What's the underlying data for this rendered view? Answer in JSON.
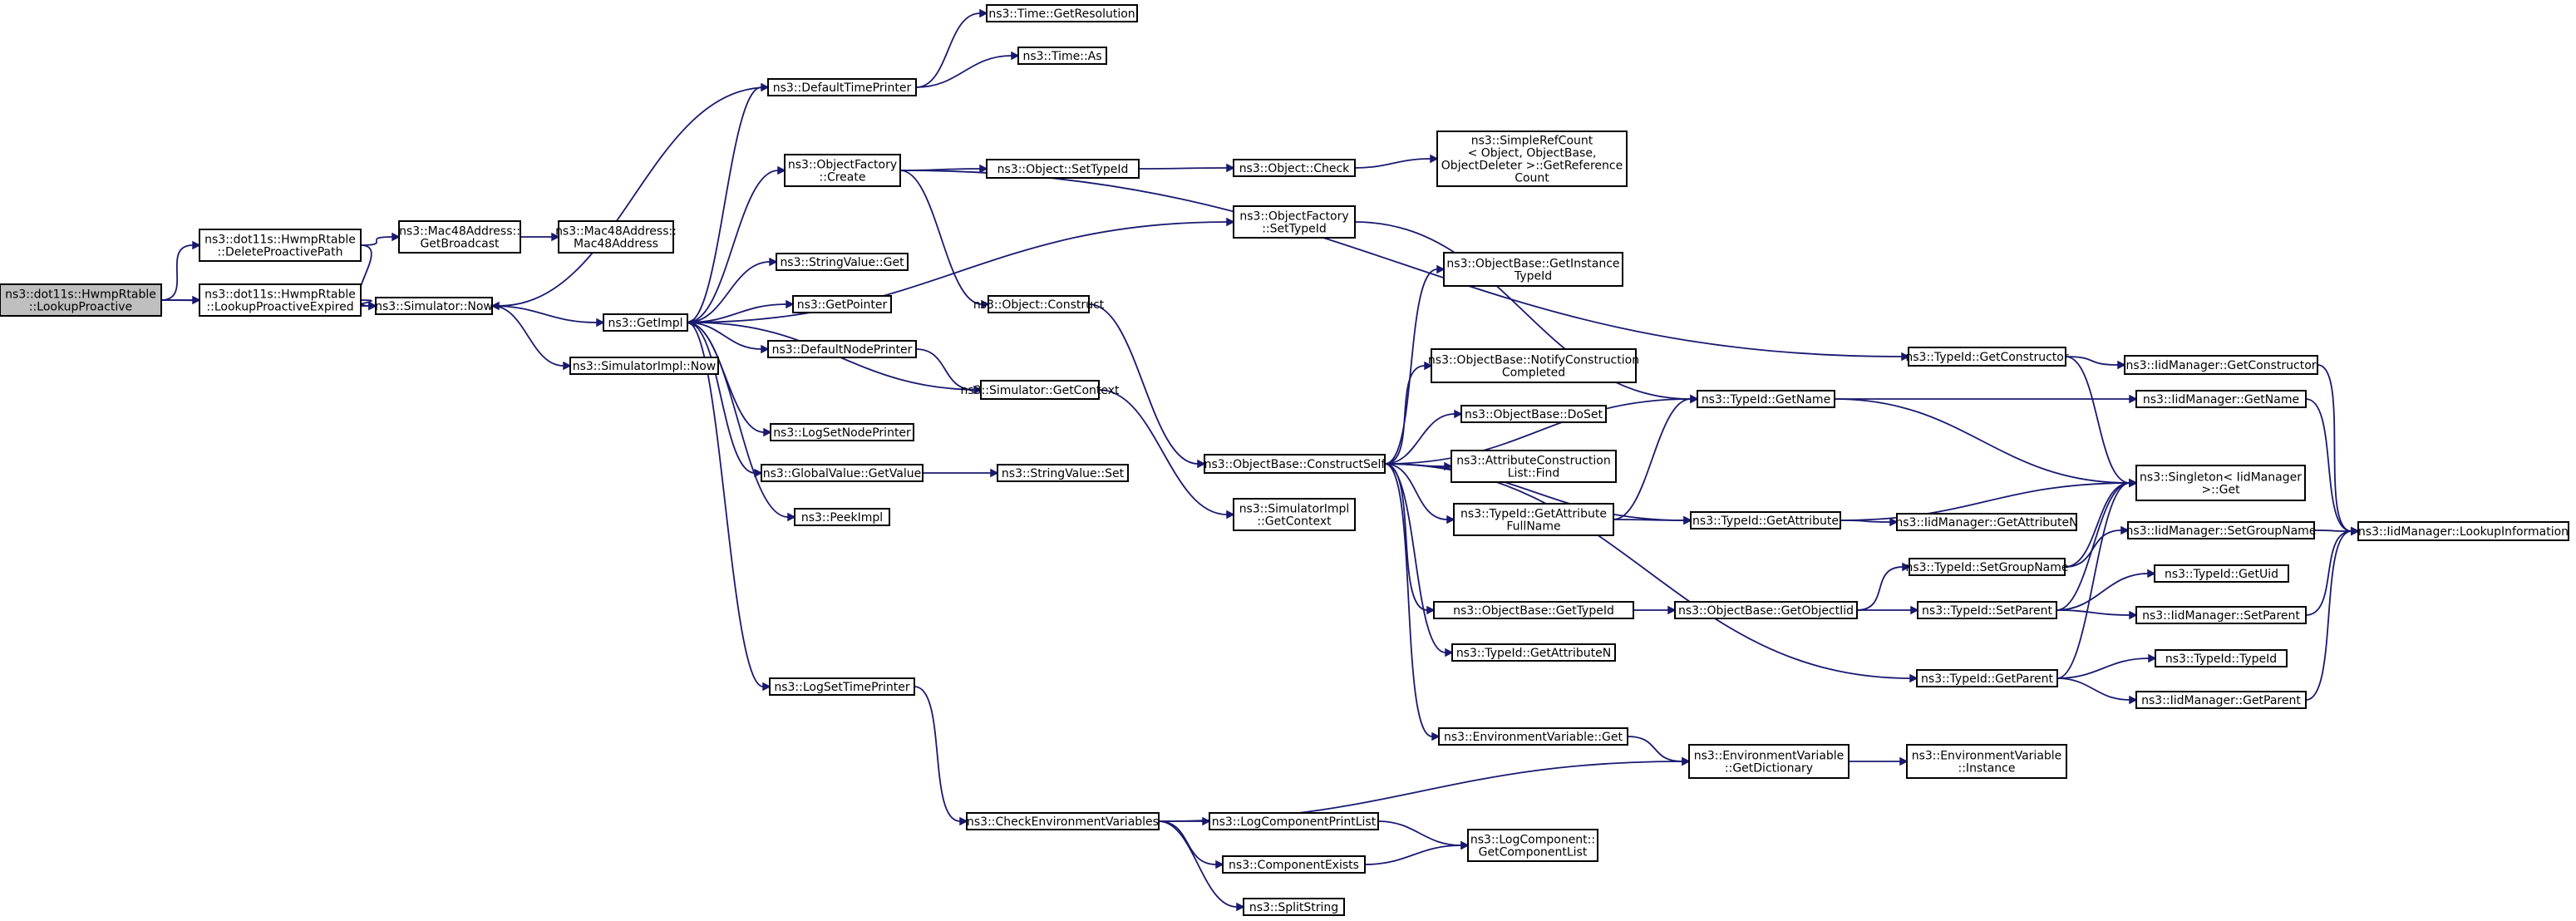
{
  "colors": {
    "edge": "#191970",
    "root_fill": "#bfbfbf",
    "node_fill": "#ffffff",
    "border": "#000000"
  },
  "nodes": {
    "lookup_proactive": [
      "ns3::dot11s::HwmpRtable",
      "::LookupProactive"
    ],
    "delete_proactive_path": [
      "ns3::dot11s::HwmpRtable",
      "::DeleteProactivePath"
    ],
    "lookup_proactive_expired": [
      "ns3::dot11s::HwmpRtable",
      "::LookupProactiveExpired"
    ],
    "mac48_get_broadcast": [
      "ns3::Mac48Address::",
      "GetBroadcast"
    ],
    "mac48_ctor": [
      "ns3::Mac48Address::",
      "Mac48Address"
    ],
    "simulator_now": [
      "ns3::Simulator::Now"
    ],
    "get_impl": [
      "ns3::GetImpl"
    ],
    "simulator_impl_now": [
      "ns3::SimulatorImpl::Now"
    ],
    "time_get_resolution": [
      "ns3::Time::GetResolution"
    ],
    "time_as": [
      "ns3::Time::As"
    ],
    "default_time_printer": [
      "ns3::DefaultTimePrinter"
    ],
    "object_factory_create": [
      "ns3::ObjectFactory",
      "::Create"
    ],
    "object_set_type_id": [
      "ns3::Object::SetTypeId"
    ],
    "object_check": [
      "ns3::Object::Check"
    ],
    "simple_ref_count": [
      "ns3::SimpleRefCount",
      "< Object, ObjectBase,",
      "ObjectDeleter >::GetReference",
      "Count"
    ],
    "object_factory_set_type_id": [
      "ns3::ObjectFactory",
      "::SetTypeId"
    ],
    "string_value_get": [
      "ns3::StringValue::Get"
    ],
    "get_pointer": [
      "ns3::GetPointer"
    ],
    "object_construct": [
      "ns3::Object::Construct"
    ],
    "default_node_printer": [
      "ns3::DefaultNodePrinter"
    ],
    "simulator_get_context": [
      "ns3::Simulator::GetContext"
    ],
    "log_set_node_printer": [
      "ns3::LogSetNodePrinter"
    ],
    "global_value_get_value": [
      "ns3::GlobalValue::GetValue"
    ],
    "string_value_set": [
      "ns3::StringValue::Set"
    ],
    "peek_impl": [
      "ns3::PeekImpl"
    ],
    "simulator_impl_get_context": [
      "ns3::SimulatorImpl",
      "::GetContext"
    ],
    "log_set_time_printer": [
      "ns3::LogSetTimePrinter"
    ],
    "check_environment_variables": [
      "ns3::CheckEnvironmentVariables"
    ],
    "log_component_print_list": [
      "ns3::LogComponentPrintList"
    ],
    "component_exists": [
      "ns3::ComponentExists"
    ],
    "split_string": [
      "ns3::SplitString"
    ],
    "log_component_get_component_list": [
      "ns3::LogComponent::",
      "GetComponentList"
    ],
    "object_base_construct_self": [
      "ns3::ObjectBase::ConstructSelf"
    ],
    "object_base_get_instance_type_id": [
      "ns3::ObjectBase::GetInstance",
      "TypeId"
    ],
    "object_base_notify_construction_completed": [
      "ns3::ObjectBase::NotifyConstruction",
      "Completed"
    ],
    "object_base_do_set": [
      "ns3::ObjectBase::DoSet"
    ],
    "attribute_construction_list_find": [
      "ns3::AttributeConstruction",
      "List::Find"
    ],
    "type_id_get_attribute_full_name": [
      "ns3::TypeId::GetAttribute",
      "FullName"
    ],
    "object_base_get_type_id": [
      "ns3::ObjectBase::GetTypeId"
    ],
    "type_id_get_attribute_n": [
      "ns3::TypeId::GetAttributeN"
    ],
    "environment_variable_get": [
      "ns3::EnvironmentVariable::Get"
    ],
    "environment_variable_get_dictionary": [
      "ns3::EnvironmentVariable",
      "::GetDictionary"
    ],
    "environment_variable_instance": [
      "ns3::EnvironmentVariable",
      "::Instance"
    ],
    "type_id_get_constructor": [
      "ns3::TypeId::GetConstructor"
    ],
    "type_id_get_name": [
      "ns3::TypeId::GetName"
    ],
    "type_id_get_attribute": [
      "ns3::TypeId::GetAttribute"
    ],
    "object_base_get_object_iid": [
      "ns3::ObjectBase::GetObjectIid"
    ],
    "type_id_set_group_name": [
      "ns3::TypeId::SetGroupName"
    ],
    "type_id_set_parent": [
      "ns3::TypeId::SetParent"
    ],
    "type_id_get_parent": [
      "ns3::TypeId::GetParent"
    ],
    "iid_manager_get_constructor": [
      "ns3::IidManager::GetConstructor"
    ],
    "iid_manager_get_name": [
      "ns3::IidManager::GetName"
    ],
    "singleton_iid_manager_get": [
      "ns3::Singleton< IidManager",
      " >::Get"
    ],
    "iid_manager_get_attribute_n": [
      "ns3::IidManager::GetAttributeN"
    ],
    "iid_manager_set_group_name": [
      "ns3::IidManager::SetGroupName"
    ],
    "type_id_get_uid": [
      "ns3::TypeId::GetUid"
    ],
    "iid_manager_set_parent": [
      "ns3::IidManager::SetParent"
    ],
    "type_id_type_id": [
      "ns3::TypeId::TypeId"
    ],
    "iid_manager_get_parent": [
      "ns3::IidManager::GetParent"
    ],
    "iid_manager_lookup_information": [
      "ns3::IidManager::LookupInformation"
    ]
  },
  "edges": [
    [
      "lookup_proactive",
      "delete_proactive_path"
    ],
    [
      "lookup_proactive",
      "lookup_proactive_expired"
    ],
    [
      "lookup_proactive",
      "simulator_now"
    ],
    [
      "delete_proactive_path",
      "mac48_get_broadcast"
    ],
    [
      "delete_proactive_path",
      "simulator_now"
    ],
    [
      "lookup_proactive_expired",
      "simulator_now"
    ],
    [
      "mac48_get_broadcast",
      "mac48_ctor"
    ],
    [
      "simulator_now",
      "get_impl"
    ],
    [
      "simulator_now",
      "simulator_impl_now"
    ],
    [
      "get_impl",
      "default_time_printer"
    ],
    [
      "get_impl",
      "object_factory_create"
    ],
    [
      "get_impl",
      "object_factory_set_type_id"
    ],
    [
      "get_impl",
      "string_value_get"
    ],
    [
      "get_impl",
      "get_pointer"
    ],
    [
      "get_impl",
      "default_node_printer"
    ],
    [
      "get_impl",
      "log_set_node_printer"
    ],
    [
      "get_impl",
      "global_value_get_value"
    ],
    [
      "get_impl",
      "peek_impl"
    ],
    [
      "get_impl",
      "log_set_time_printer"
    ],
    [
      "default_time_printer",
      "time_get_resolution"
    ],
    [
      "default_time_printer",
      "time_as"
    ],
    [
      "default_time_printer",
      "simulator_now"
    ],
    [
      "object_factory_create",
      "object_set_type_id"
    ],
    [
      "object_factory_create",
      "object_construct"
    ],
    [
      "object_factory_create",
      "type_id_get_constructor"
    ],
    [
      "object_set_type_id",
      "object_check"
    ],
    [
      "object_check",
      "simple_ref_count"
    ],
    [
      "object_factory_set_type_id",
      "type_id_get_name"
    ],
    [
      "default_node_printer",
      "simulator_get_context"
    ],
    [
      "simulator_get_context",
      "get_impl"
    ],
    [
      "simulator_get_context",
      "simulator_impl_get_context"
    ],
    [
      "global_value_get_value",
      "string_value_set"
    ],
    [
      "object_construct",
      "object_base_construct_self"
    ],
    [
      "log_set_time_printer",
      "check_environment_variables"
    ],
    [
      "check_environment_variables",
      "environment_variable_get_dictionary"
    ],
    [
      "check_environment_variables",
      "log_component_print_list"
    ],
    [
      "check_environment_variables",
      "component_exists"
    ],
    [
      "check_environment_variables",
      "split_string"
    ],
    [
      "log_component_print_list",
      "log_component_get_component_list"
    ],
    [
      "component_exists",
      "log_component_get_component_list"
    ],
    [
      "object_base_construct_self",
      "object_base_get_instance_type_id"
    ],
    [
      "object_base_construct_self",
      "type_id_get_name"
    ],
    [
      "object_base_construct_self",
      "object_base_notify_construction_completed"
    ],
    [
      "object_base_construct_self",
      "object_base_do_set"
    ],
    [
      "object_base_construct_self",
      "attribute_construction_list_find"
    ],
    [
      "object_base_construct_self",
      "type_id_get_attribute_full_name"
    ],
    [
      "object_base_construct_self",
      "type_id_get_attribute"
    ],
    [
      "object_base_construct_self",
      "object_base_get_type_id"
    ],
    [
      "object_base_construct_self",
      "type_id_get_attribute_n"
    ],
    [
      "object_base_construct_self",
      "type_id_get_parent"
    ],
    [
      "object_base_construct_self",
      "environment_variable_get"
    ],
    [
      "type_id_get_attribute_full_name",
      "type_id_get_name"
    ],
    [
      "type_id_get_attribute_full_name",
      "type_id_get_attribute"
    ],
    [
      "object_base_get_type_id",
      "object_base_get_object_iid"
    ],
    [
      "environment_variable_get",
      "environment_variable_get_dictionary"
    ],
    [
      "environment_variable_get_dictionary",
      "environment_variable_instance"
    ],
    [
      "object_base_get_object_iid",
      "type_id_set_group_name"
    ],
    [
      "object_base_get_object_iid",
      "type_id_set_parent"
    ],
    [
      "type_id_get_constructor",
      "iid_manager_get_constructor"
    ],
    [
      "type_id_get_constructor",
      "singleton_iid_manager_get"
    ],
    [
      "type_id_get_name",
      "iid_manager_get_name"
    ],
    [
      "type_id_get_name",
      "singleton_iid_manager_get"
    ],
    [
      "type_id_get_attribute",
      "singleton_iid_manager_get"
    ],
    [
      "type_id_get_attribute",
      "iid_manager_get_attribute_n"
    ],
    [
      "type_id_set_group_name",
      "singleton_iid_manager_get"
    ],
    [
      "type_id_set_group_name",
      "iid_manager_set_group_name"
    ],
    [
      "type_id_set_parent",
      "singleton_iid_manager_get"
    ],
    [
      "type_id_set_parent",
      "type_id_get_uid"
    ],
    [
      "type_id_set_parent",
      "iid_manager_set_parent"
    ],
    [
      "type_id_get_parent",
      "singleton_iid_manager_get"
    ],
    [
      "type_id_get_parent",
      "type_id_type_id"
    ],
    [
      "type_id_get_parent",
      "iid_manager_get_parent"
    ],
    [
      "iid_manager_get_constructor",
      "iid_manager_lookup_information"
    ],
    [
      "iid_manager_get_name",
      "iid_manager_lookup_information"
    ],
    [
      "iid_manager_set_group_name",
      "iid_manager_lookup_information"
    ],
    [
      "iid_manager_set_parent",
      "iid_manager_lookup_information"
    ],
    [
      "iid_manager_get_parent",
      "iid_manager_lookup_information"
    ]
  ]
}
